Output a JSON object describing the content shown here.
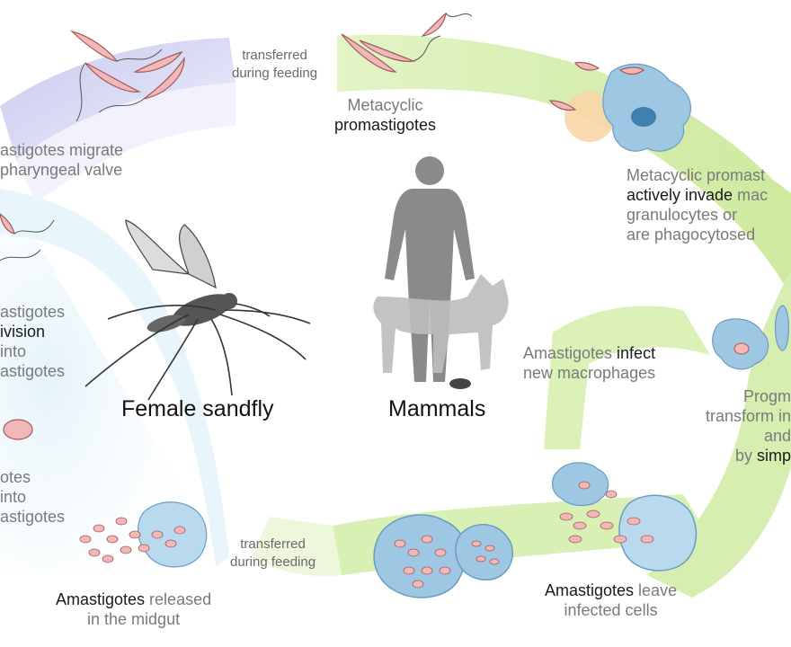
{
  "labels": {
    "transfer_top_1": "transferred",
    "transfer_top_2": "during feeding",
    "transfer_bottom_1": "transferred",
    "transfer_bottom_2": "during feeding",
    "meta_line1": "Metacyclic",
    "meta_line2": "promastigotes",
    "migrate_line1": "astigotes migrate",
    "migrate_line2": "pharyngeal valve",
    "invade_line1": "Metacyclic promast",
    "invade_bold": "actively invade",
    "invade_rest": " mac",
    "invade_line3": "granulocytes or",
    "invade_line4": "are phagocytosed",
    "division_line1": "astigotes",
    "division_line2": "ivision",
    "division_line3": "into",
    "division_line4": "astigotes",
    "infect_pre": "Amastigotes ",
    "infect_bold": "infect",
    "infect_line2": "new macrophages",
    "progm_line1": "Progm",
    "progm_line2": "transform in",
    "progm_line3": "and",
    "progm_line4_pre": "by ",
    "progm_line4_bold": "simp",
    "otes_line1": "otes",
    "otes_line2": "into",
    "otes_line3": "astigotes",
    "released_bold": "Amastigotes",
    "released_rest": " released",
    "released_line2": "in the midgut",
    "leave_bold": "Amastigotes",
    "leave_rest": " leave",
    "leave_line2": "infected cells",
    "sandfly_title": "Female sandfly",
    "mammals_title": "Mammals"
  },
  "colors": {
    "sandfly_arc_blue": "#c9cdef",
    "sandfly_arc_light": "#dbeef7",
    "mammal_arc_green": "#d8f0b4",
    "parasite_pink": "#f2b8b8",
    "macrophage_blue": "#a9cde6",
    "silhouette_gray": "#8a8a8a"
  }
}
